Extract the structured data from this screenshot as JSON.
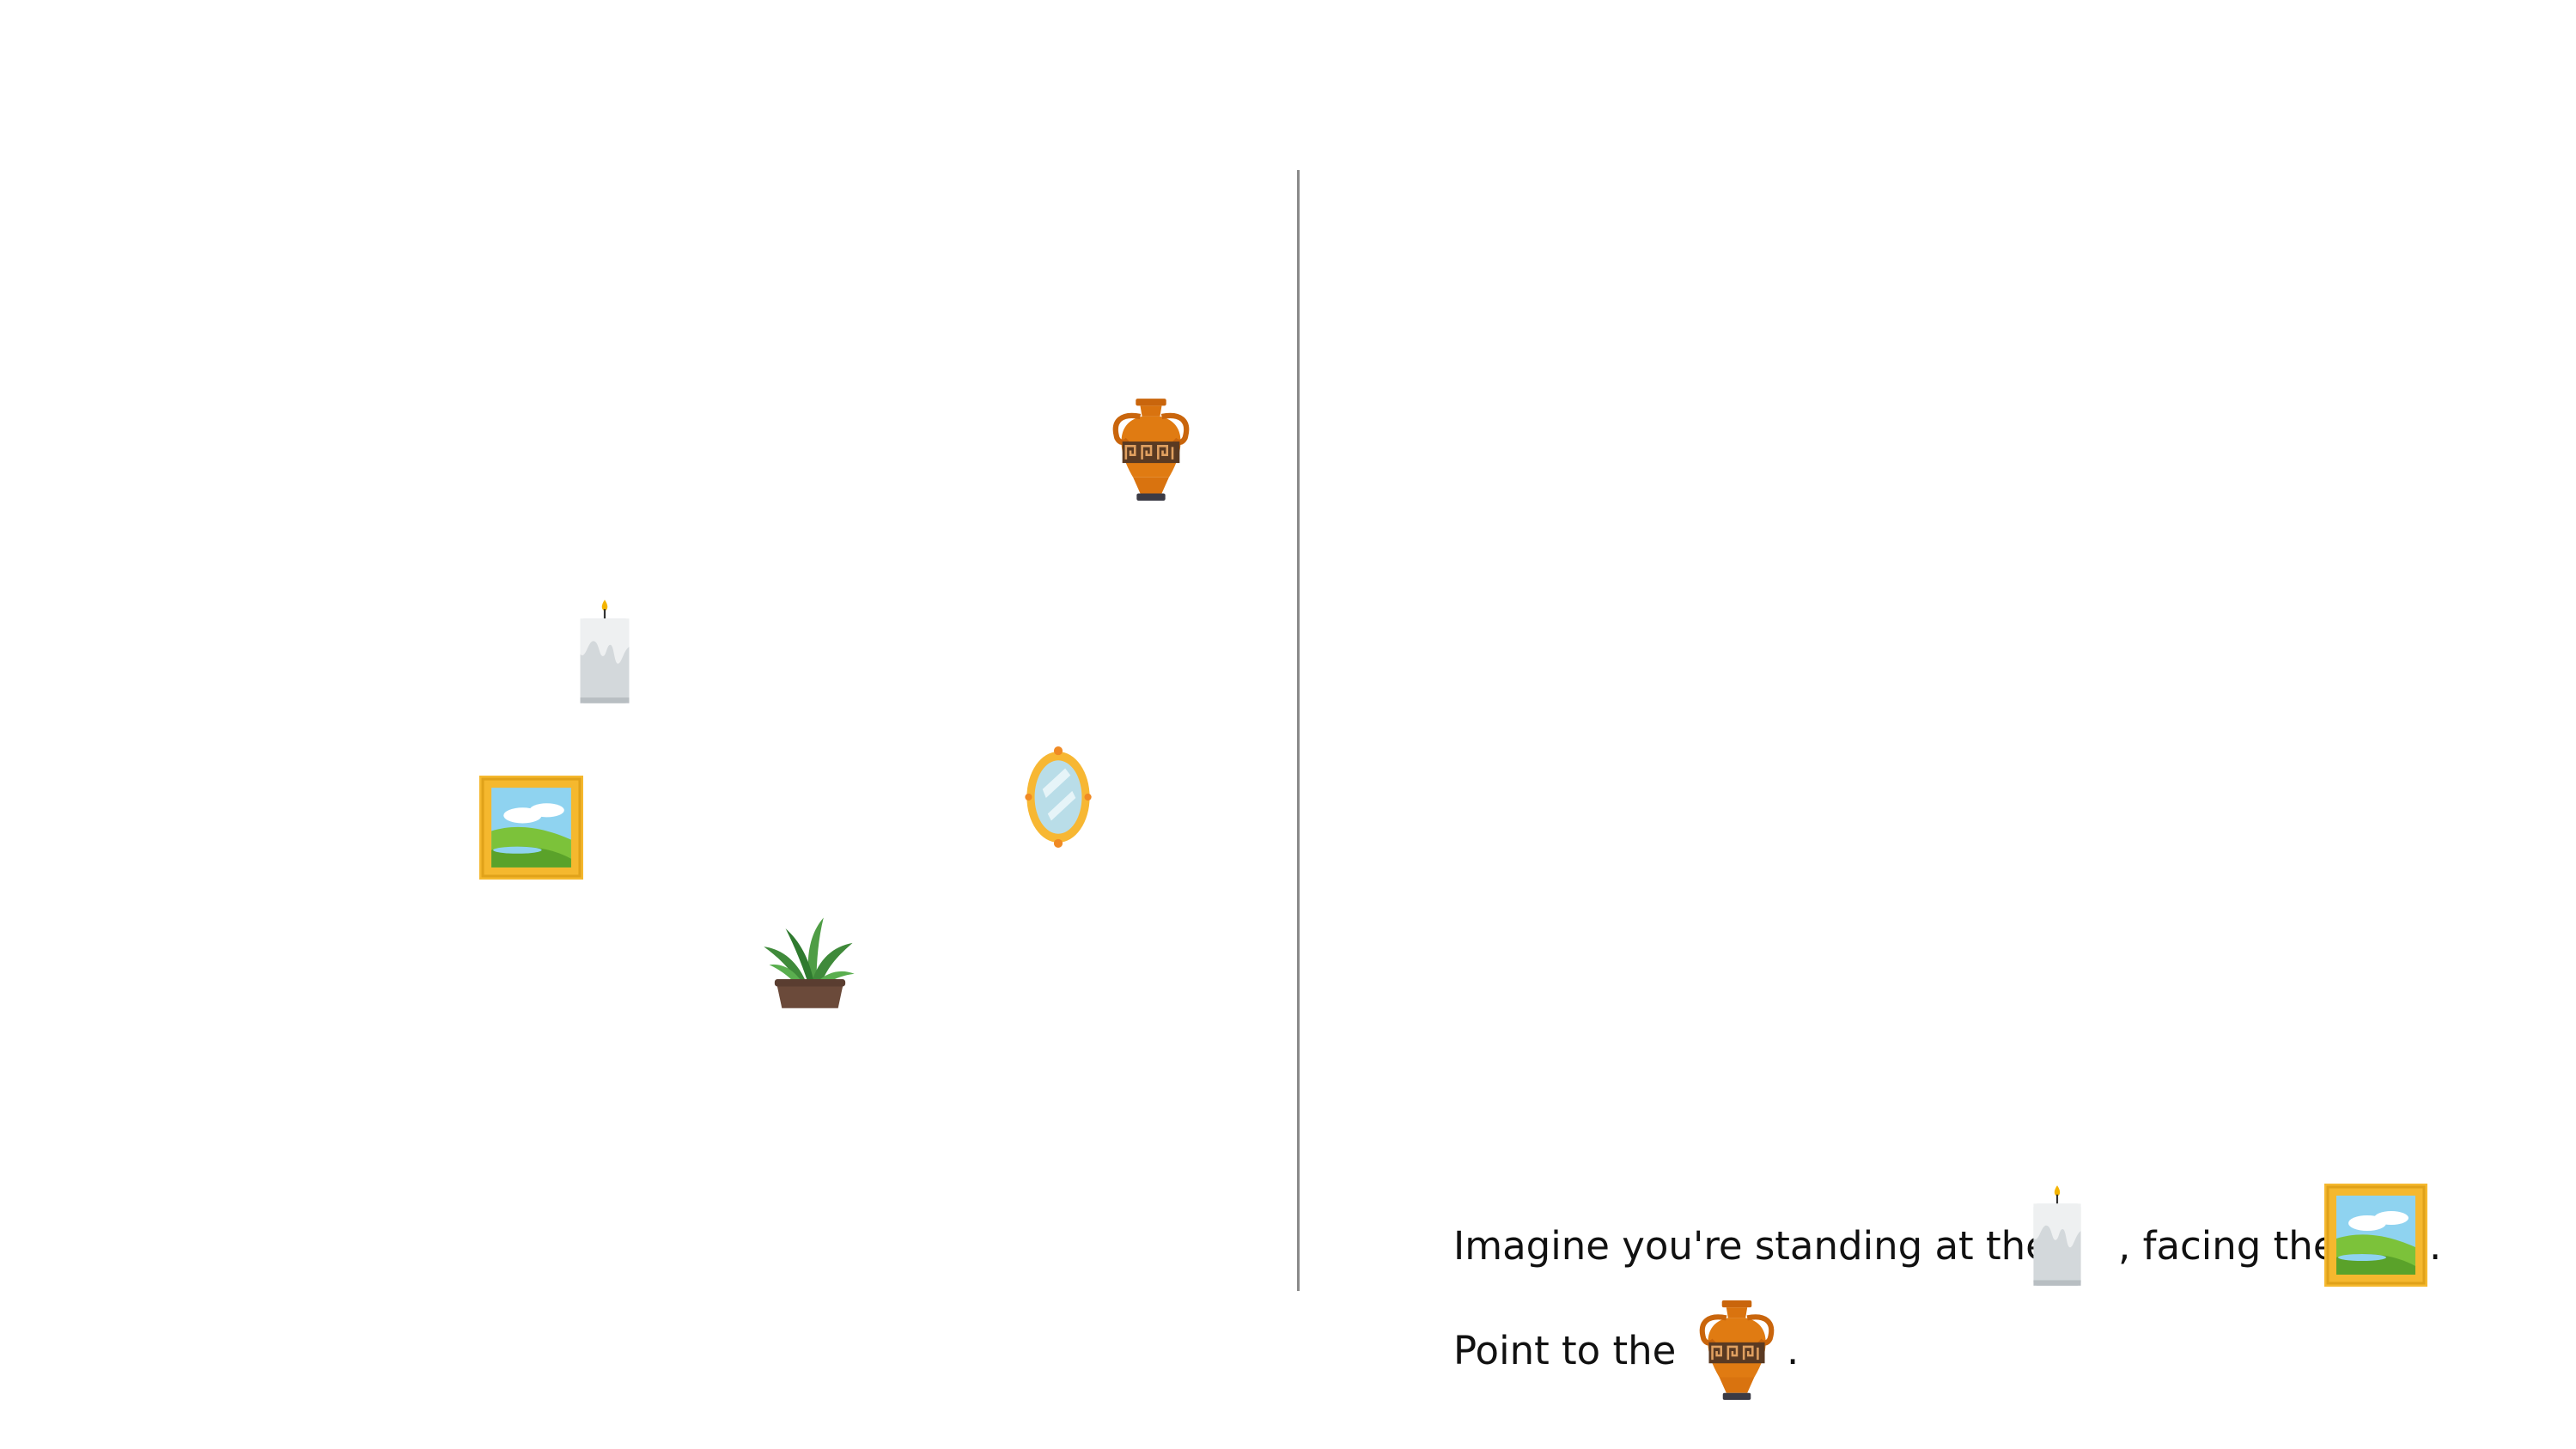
{
  "scene": {
    "objects": [
      {
        "key": "amphora",
        "icon": "amphora-icon"
      },
      {
        "key": "candle",
        "icon": "candle-icon"
      },
      {
        "key": "framed-picture",
        "icon": "framed-picture-icon"
      },
      {
        "key": "mirror",
        "icon": "mirror-icon"
      },
      {
        "key": "potted-plant",
        "icon": "potted-plant-icon"
      }
    ]
  },
  "prompt": {
    "line1_part1": "Imagine you're standing at the",
    "line1_part2": ", facing the",
    "line1_part3": ".",
    "line2_part1": "Point to the",
    "line2_part2": ".",
    "standing_at_icon": "candle-icon",
    "facing_icon": "framed-picture-icon",
    "target_icon": "amphora-icon"
  },
  "colors": {
    "divider": "#8a8a8a",
    "text": "#111111",
    "amphora": "#d9730f",
    "frame_gold": "#f5b82e",
    "candle_wax": "#dde1e3"
  }
}
